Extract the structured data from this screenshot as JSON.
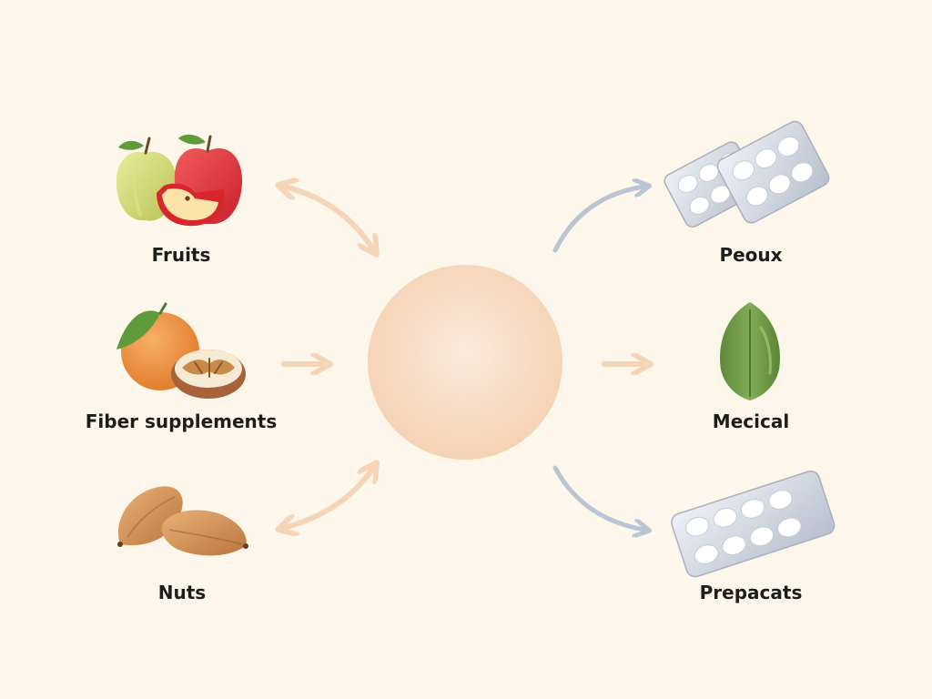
{
  "colors": {
    "background": "#fcf7ea",
    "hub": "#f6d9c0",
    "arrow_left": "#f4d5b8",
    "arrow_right": "#b9c4d4",
    "label": "#1d1d1d"
  },
  "left_items": [
    {
      "label": "Fruits",
      "icon": "apple-icon"
    },
    {
      "label": "Fiber supplements",
      "icon": "orange-walnut-icon"
    },
    {
      "label": "Nuts",
      "icon": "almond-icon"
    }
  ],
  "right_items": [
    {
      "label": "Peoux",
      "icon": "pill-blister-stack-icon"
    },
    {
      "label": "Mecical",
      "icon": "leaf-icon"
    },
    {
      "label": "Prepacats",
      "icon": "pill-blister-icon"
    }
  ]
}
